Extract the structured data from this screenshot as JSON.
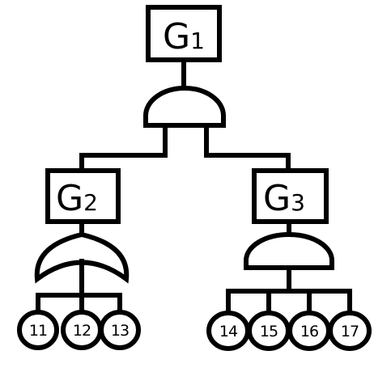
{
  "diagram": {
    "type": "fault-tree",
    "colors": {
      "stroke": "#000000",
      "background": "#ffffff"
    },
    "gates": [
      {
        "id": "G1",
        "letter": "G",
        "index": "1",
        "gate_type": "AND",
        "children": [
          "G2",
          "G3"
        ]
      },
      {
        "id": "G2",
        "letter": "G",
        "index": "2",
        "gate_type": "OR",
        "children": [
          "11",
          "12",
          "13"
        ]
      },
      {
        "id": "G3",
        "letter": "G",
        "index": "3",
        "gate_type": "AND",
        "children": [
          "14",
          "15",
          "16",
          "17"
        ]
      }
    ],
    "events": [
      {
        "id": "11",
        "label": "11"
      },
      {
        "id": "12",
        "label": "12"
      },
      {
        "id": "13",
        "label": "13"
      },
      {
        "id": "14",
        "label": "14"
      },
      {
        "id": "15",
        "label": "15"
      },
      {
        "id": "16",
        "label": "16"
      },
      {
        "id": "17",
        "label": "17"
      }
    ]
  }
}
